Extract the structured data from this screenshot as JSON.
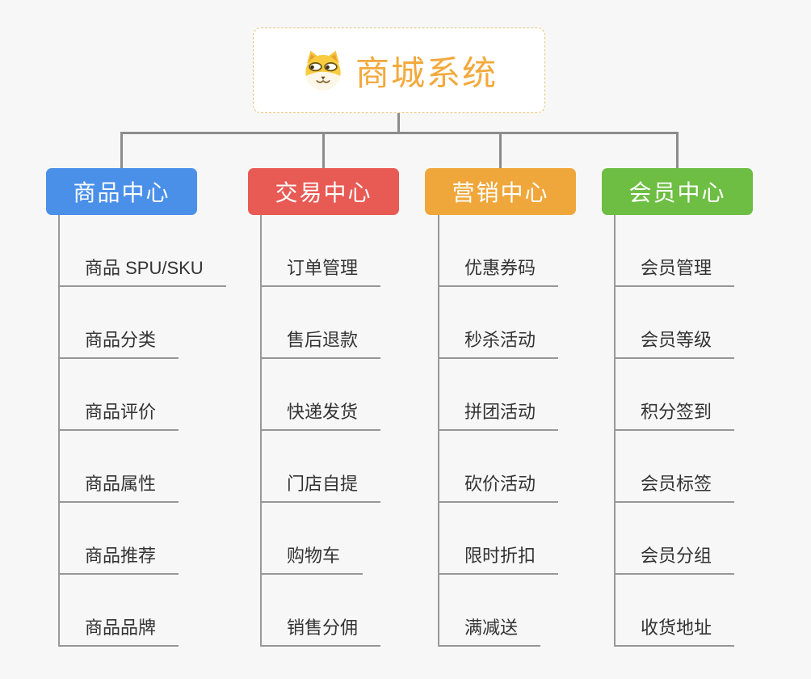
{
  "root": {
    "title": "商城系统",
    "icon": "shiba-dog-icon",
    "title_color": "#F3A93C",
    "border_color": "#ECC377"
  },
  "connector_color": "#8C8C8C",
  "background_color": "#F7F7F7",
  "branches": [
    {
      "label": "商品中心",
      "color": "#4A90E9",
      "children": [
        "商品 SPU/SKU",
        "商品分类",
        "商品评价",
        "商品属性",
        "商品推荐",
        "商品品牌"
      ]
    },
    {
      "label": "交易中心",
      "color": "#E85A54",
      "children": [
        "订单管理",
        "售后退款",
        "快递发货",
        "门店自提",
        "购物车",
        "销售分佣"
      ]
    },
    {
      "label": "营销中心",
      "color": "#EFA73B",
      "children": [
        "优惠券码",
        "秒杀活动",
        "拼团活动",
        "砍价活动",
        "限时折扣",
        "满减送"
      ]
    },
    {
      "label": "会员中心",
      "color": "#6DBE43",
      "children": [
        "会员管理",
        "会员等级",
        "积分签到",
        "会员标签",
        "会员分组",
        "收货地址"
      ]
    }
  ]
}
